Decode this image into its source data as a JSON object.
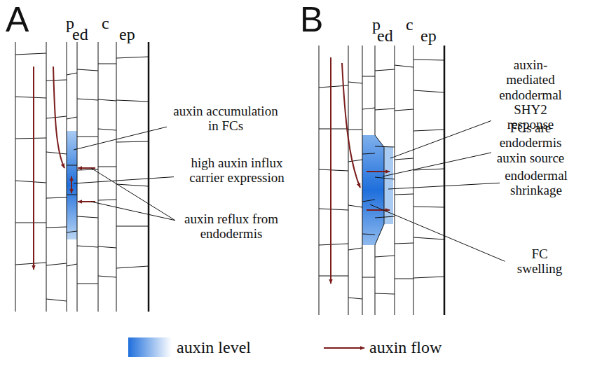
{
  "diagram": {
    "labels": [
      "A",
      "p",
      "ed",
      "c",
      "ep",
      "auxin accumulation in FCs",
      "high auxin influx carrier expression",
      "auxin reflux from endodermis",
      "B",
      "p",
      "ed",
      "c",
      "ep",
      "auxin-mediated endodermal SHY2 response",
      "FCs are endodermis auxin source",
      "endodermal shrinkage",
      "FC swelling"
    ],
    "legend": [
      {
        "text": "auxin level",
        "color": "#1f6fdc"
      },
      {
        "text": "auxin flow"
      }
    ]
  }
}
